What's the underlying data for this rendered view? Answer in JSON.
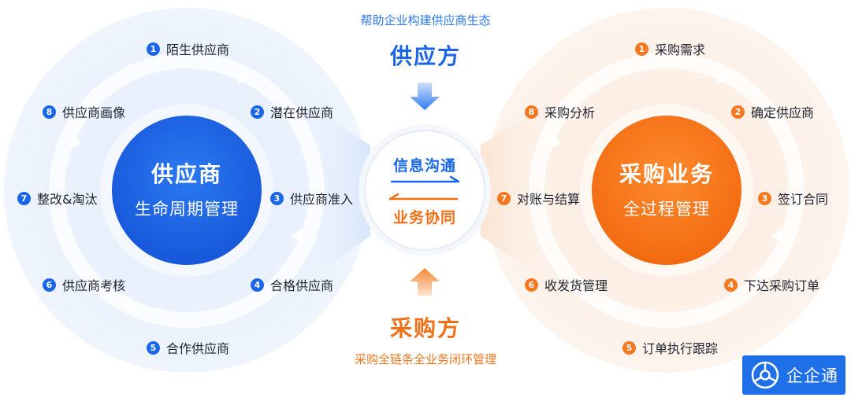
{
  "header": {
    "caption": "帮助企业构建供应商生态",
    "supplier_role": "供应方"
  },
  "footer": {
    "buyer_role": "采购方",
    "caption": "采购全链条全业务闭环管理"
  },
  "center": {
    "top_label": "信息沟通",
    "bottom_label": "业务协同"
  },
  "left_circle": {
    "title": "供应商",
    "subtitle": "生命周期管理",
    "steps": [
      {
        "num": "1",
        "label": "陌生供应商"
      },
      {
        "num": "2",
        "label": "潜在供应商"
      },
      {
        "num": "3",
        "label": "供应商准入"
      },
      {
        "num": "4",
        "label": "合格供应商"
      },
      {
        "num": "5",
        "label": "合作供应商"
      },
      {
        "num": "6",
        "label": "供应商考核"
      },
      {
        "num": "7",
        "label": "整改&淘汰"
      },
      {
        "num": "8",
        "label": "供应商画像"
      }
    ]
  },
  "right_circle": {
    "title": "采购业务",
    "subtitle": "全过程管理",
    "steps": [
      {
        "num": "1",
        "label": "采购需求"
      },
      {
        "num": "2",
        "label": "确定供应商"
      },
      {
        "num": "3",
        "label": "签订合同"
      },
      {
        "num": "4",
        "label": "下达采购订单"
      },
      {
        "num": "5",
        "label": "订单执行跟踪"
      },
      {
        "num": "6",
        "label": "收发货管理"
      },
      {
        "num": "7",
        "label": "对账与结算"
      },
      {
        "num": "8",
        "label": "采购分析"
      }
    ]
  },
  "logo": {
    "text": "企企通",
    "icon": "logo-mark-icon"
  },
  "colors": {
    "blue": "#1a66e8",
    "orange": "#f5781e",
    "caption_blue": "#2a78f0",
    "caption_orange": "#f07820",
    "logo_bg": "#1f6fe8"
  }
}
